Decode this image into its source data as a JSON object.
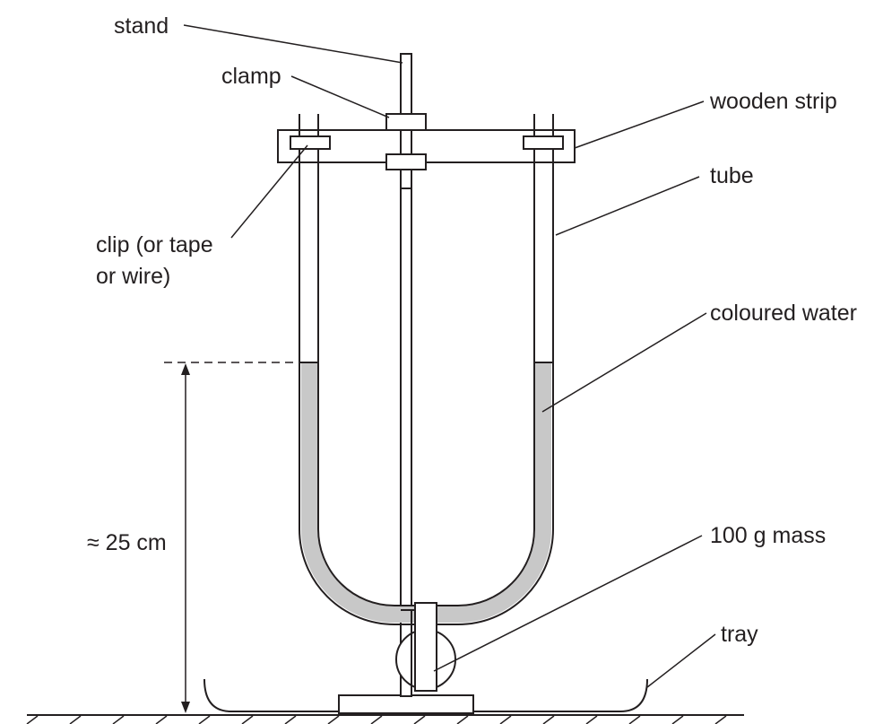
{
  "labels": {
    "stand": "stand",
    "clamp": "clamp",
    "wooden_strip": "wooden strip",
    "tube": "tube",
    "clip_line1": "clip (or tape",
    "clip_line2": "or wire)",
    "coloured_water": "coloured water",
    "height": "≈ 25 cm",
    "mass": "100 g mass",
    "tray": "tray"
  },
  "colors": {
    "ink": "#231f20",
    "water": "#c8c8c8",
    "background": "#ffffff"
  }
}
